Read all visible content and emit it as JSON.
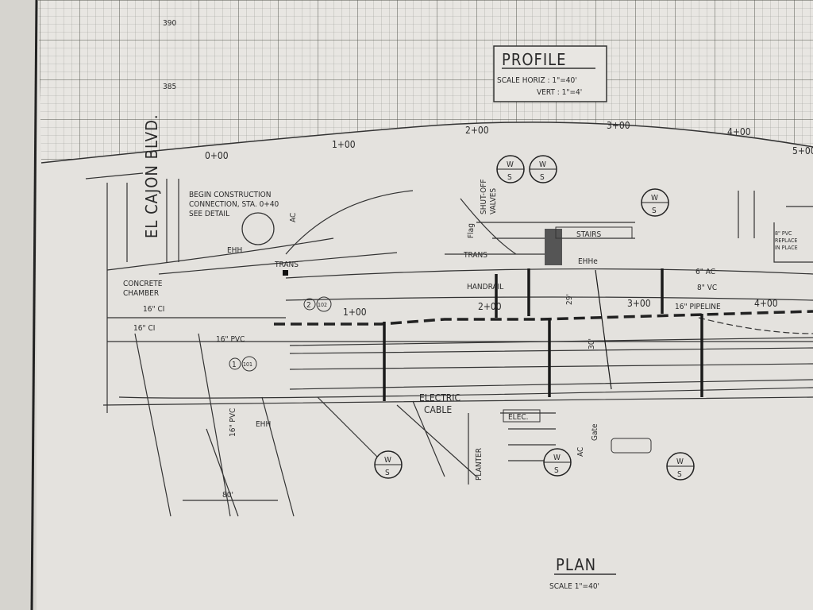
{
  "profile": {
    "title": "PROFILE",
    "scale_horiz": "SCALE HORIZ : 1\"=40'",
    "scale_vert": "VERT : 1\"=4'",
    "elevations": [
      "390",
      "385"
    ],
    "stations": [
      "0+00",
      "1+00",
      "2+00",
      "3+00",
      "4+00",
      "5+00"
    ]
  },
  "plan": {
    "title": "PLAN",
    "scale": "SCALE 1\"=40'",
    "street": "EL CAJON BLVD.",
    "begin_note": [
      "BEGIN CONSTRUCTION",
      "CONNECTION, STA. 0+40",
      "SEE DETAIL"
    ],
    "labels": {
      "concrete_chamber": [
        "CONCRETE",
        "CHAMBER"
      ],
      "ci_1": "16\" CI",
      "ci_2": "16\" CI",
      "pvc_16": "16\" PVC",
      "pvc_16b": "16\" PVC",
      "ehh": "EHH",
      "ehh2": "EHH",
      "ehhe": "EHHe",
      "trans": "TRANS",
      "trans2": "TRANS",
      "ac": "AC",
      "ac2": "AC",
      "shutoff": [
        "SHUT-OFF",
        "VALVES"
      ],
      "stairs": "STAIRS",
      "handrail": "HANDRAIL",
      "vc_8": "8\" VC",
      "ac_6": "6\" AC",
      "pipeline": "16\" PIPELINE",
      "electric_cable": [
        "ELECTRIC",
        "CABLE"
      ],
      "elec": "ELEC.",
      "planter": "PLANTER",
      "gate": "Gate",
      "dim_80": "80'",
      "dim_29": "29'",
      "dim_30": "30'",
      "flag": "Flag",
      "detail_1": "1",
      "detail_1_sheet": "101",
      "detail_2": "2",
      "detail_2_sheet": "102",
      "pvc_replace": [
        "8\" PVC",
        "REPLACE",
        "IN PLACE"
      ]
    },
    "stations": [
      "1+00",
      "2+00",
      "3+00",
      "4+00"
    ],
    "service_symbol": {
      "top": "W",
      "bottom": "S"
    }
  }
}
